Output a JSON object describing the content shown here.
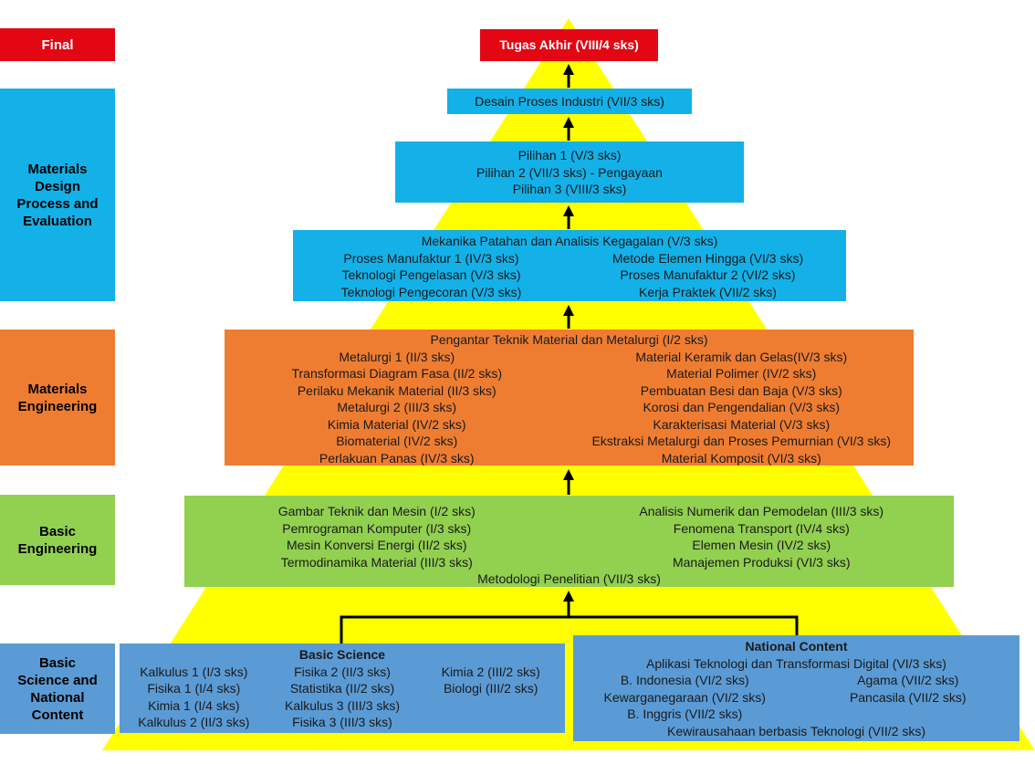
{
  "levels": {
    "final": "Final",
    "mdpe": [
      "Materials",
      "Design",
      "Process and",
      "Evaluation"
    ],
    "me": [
      "Materials",
      "Engineering"
    ],
    "be": [
      "Basic",
      "Engineering"
    ],
    "bs": [
      "Basic",
      "Science and",
      "National",
      "Content"
    ]
  },
  "final_course": "Tugas Akhir (VIII/4 sks)",
  "desain": "Desain Proses Industri (VII/3 sks)",
  "pilihan": [
    "Pilihan 1 (V/3 sks)",
    "Pilihan 2 (VII/3 sks) - Pengayaan",
    "Pilihan 3 (VIII/3 sks)"
  ],
  "mekanika": {
    "header": "Mekanika Patahan dan Analisis Kegagalan (V/3 sks)",
    "left": [
      "Proses Manufaktur 1 (IV/3 sks)",
      "Teknologi Pengelasan (V/3 sks)",
      "Teknologi Pengecoran (V/3 sks)"
    ],
    "right": [
      "Metode Elemen Hingga (VI/3 sks)",
      "Proses Manufaktur 2 (VI/2 sks)",
      "Kerja Praktek (VII/2 sks)"
    ]
  },
  "metal": {
    "header": "Pengantar Teknik Material dan Metalurgi (I/2 sks)",
    "left": [
      "Metalurgi 1 (II/3 sks)",
      "Transformasi Diagram Fasa (II/2 sks)",
      "Perilaku Mekanik Material (II/3 sks)",
      "Metalurgi 2 (III/3 sks)",
      "Kimia Material (IV/2 sks)",
      "Biomaterial (IV/2 sks)",
      "Perlakuan Panas (IV/3 sks)"
    ],
    "right": [
      "Material Keramik dan Gelas(IV/3 sks)",
      "Material Polimer (IV/2 sks)",
      "Pembuatan Besi dan Baja (V/3 sks)",
      "Korosi dan Pengendalian (V/3 sks)",
      "Karakterisasi Material (V/3 sks)",
      "Ekstraksi Metalurgi dan Proses Pemurnian (VI/3 sks)",
      "Material Komposit (VI/3 sks)"
    ]
  },
  "basic_eng": {
    "left": [
      "Gambar Teknik dan Mesin (I/2 sks)",
      "Pemrograman Komputer (I/3 sks)",
      "Mesin Konversi Energi (II/2 sks)",
      "Termodinamika Material (III/3 sks)"
    ],
    "right": [
      "Analisis Numerik dan Pemodelan (III/3 sks)",
      "Fenomena Transport (IV/4 sks)",
      "Elemen Mesin (IV/2 sks)",
      "Manajemen Produksi (VI/3 sks)"
    ],
    "footer": "Metodologi Penelitian (VII/3 sks)"
  },
  "basic_sci": {
    "header": "Basic Science",
    "col1": [
      "Kalkulus 1 (I/3 sks)",
      "Fisika 1 (I/4 sks)",
      "Kimia 1 (I/4 sks)",
      "Kalkulus 2 (II/3 sks)"
    ],
    "col2": [
      "Fisika 2 (II/3 sks)",
      "Statistika (II/2 sks)",
      "Kalkulus 3 (III/3 sks)",
      "Fisika 3 (III/3 sks)"
    ],
    "col3": [
      "Kimia 2 (III/2 sks)",
      "Biologi (III/2 sks)"
    ]
  },
  "national": {
    "header": "National Content",
    "line1": "Aplikasi Teknologi dan Transformasi Digital (VI/3 sks)",
    "left": [
      "B. Indonesia (VI/2 sks)",
      "Kewarganegaraan (VI/2 sks)",
      "B. Inggris (VII/2 sks)"
    ],
    "right": [
      "Agama (VII/2 sks)",
      "Pancasila (VII/2 sks)"
    ],
    "footer": "Kewirausahaan berbasis Teknologi (VII/2 sks)"
  },
  "colors": {
    "final": "#e30613",
    "mdpe": "#13b1e8",
    "me": "#ef7d31",
    "be": "#92d050",
    "bs": "#5b9bd5",
    "pyramid": "#ffff00"
  }
}
